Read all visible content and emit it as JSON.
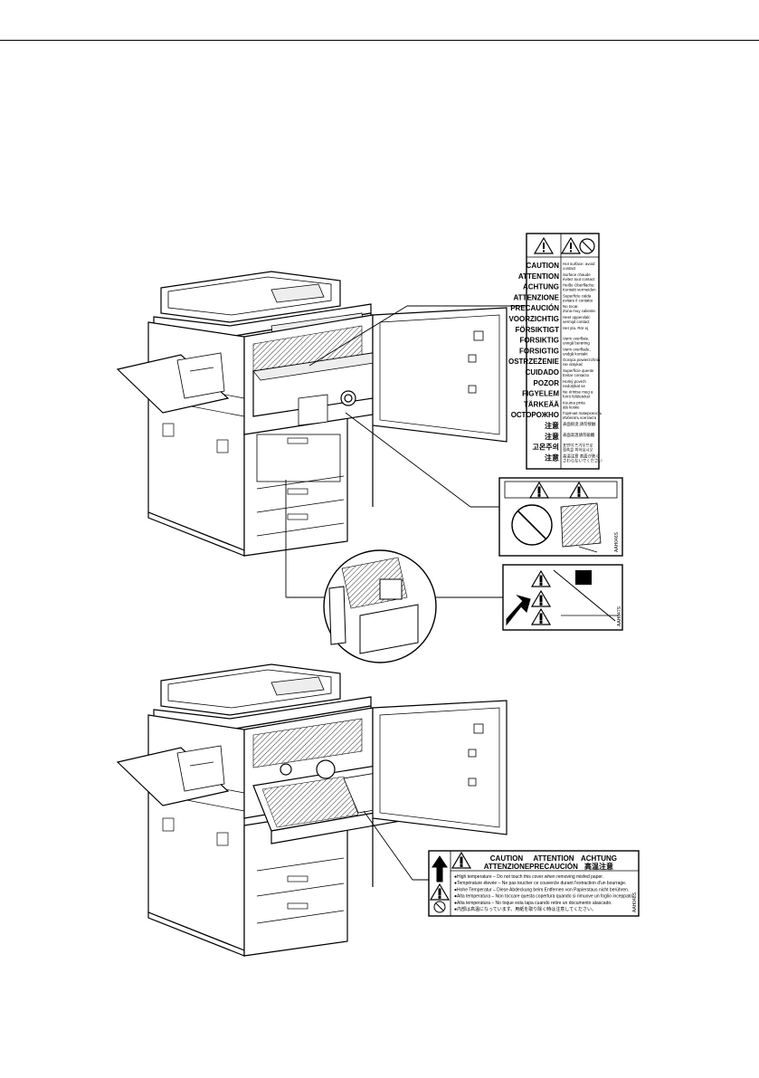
{
  "page": {
    "heading_rule": true
  },
  "labels": {
    "multilingual": {
      "rows": [
        {
          "word": "CAUTION",
          "desc1": "Hot surface: avoid",
          "desc2": "contact"
        },
        {
          "word": "ATTENTION",
          "desc1": "Surface chaude",
          "desc2": "évitez tout contact"
        },
        {
          "word": "ACHTUNG",
          "desc1": "Heiße Oberfläche:",
          "desc2": "Kontakt vermeiden"
        },
        {
          "word": "ATTENZIONE",
          "desc1": "Superficie calda",
          "desc2": "evitare il contatto"
        },
        {
          "word": "PRECAUCIÓN",
          "desc1": "No tocar.",
          "desc2": "Zona muy caliente."
        },
        {
          "word": "VOORZICHTIG",
          "desc1": "Heet oppervlak:",
          "desc2": "vermijd contact"
        },
        {
          "word": "FÖRSIKTIGT",
          "desc1": "Het yta. Rör ej",
          "desc2": ""
        },
        {
          "word": "FORSIKTIG",
          "desc1": "Varm overflate,",
          "desc2": "unngå berøring"
        },
        {
          "word": "FORSIGTIG",
          "desc1": "Varm overflade,",
          "desc2": "undgå kontakt"
        },
        {
          "word": "OSTRZEŻENIE",
          "desc1": "Gorąca powierzchnia",
          "desc2": "nie dotykać"
        },
        {
          "word": "CUIDADO",
          "desc1": "Superfície quente",
          "desc2": "Evitar contacto"
        },
        {
          "word": "POZOR",
          "desc1": "Horký povrch",
          "desc2": "nedotýkat se"
        },
        {
          "word": "FIGYELEM",
          "desc1": "Ne érintse meg a",
          "desc2": "forró felületeket"
        },
        {
          "word": "TÄRKEÄÄ",
          "desc1": "Kuuma pinta",
          "desc2": "älä koske"
        },
        {
          "word": "ОСТОРОЖНО",
          "desc1": "Горячая поверхность",
          "desc2": "Избегать контакта"
        },
        {
          "word": "注意",
          "desc1": "表面很烫,请勿接触",
          "desc2": ""
        },
        {
          "word": "注意",
          "desc1": "表面高溫請勿碰觸",
          "desc2": ""
        },
        {
          "word": "고온주의",
          "desc1": "표면이 뜨거우므로",
          "desc2": "접촉을 피하십시오"
        },
        {
          "word": "注意",
          "desc1": "高温注意 表面が熱く",
          "desc2": "さわらないでください"
        }
      ]
    },
    "bilingual": {
      "heads": [
        "CAUTION",
        "ATTENTION",
        "ACHTUNG",
        "ATTENZIONE",
        "PRECAUCIÓN",
        "高温注意"
      ],
      "lines": [
        "●High temperature – Do not touch this cover when removing misfed paper.",
        "●Température élevée – Ne pas toucher ce couvercle durant l'extraction d'un bourrage.",
        "●Hohe Temperatur – Diese Abdeckung beim Entfernen von Papierstaus nicht berühren.",
        "●Alta temperatura – Non toccare questa copertura quando si rimuove un foglio inceppato.",
        "●Alta temperatura – No toque esta tapa cuando retire un documento atascado.",
        "●内部は高温になっています。用紙を取り除く時は注意してください。"
      ]
    },
    "codes": {
      "mid": "AAH046S",
      "low": "AAH047S",
      "bottom": "AAH048S"
    }
  },
  "colors": {
    "line": "#000000",
    "paper": "#ffffff",
    "shade": "#cfcfcf"
  }
}
